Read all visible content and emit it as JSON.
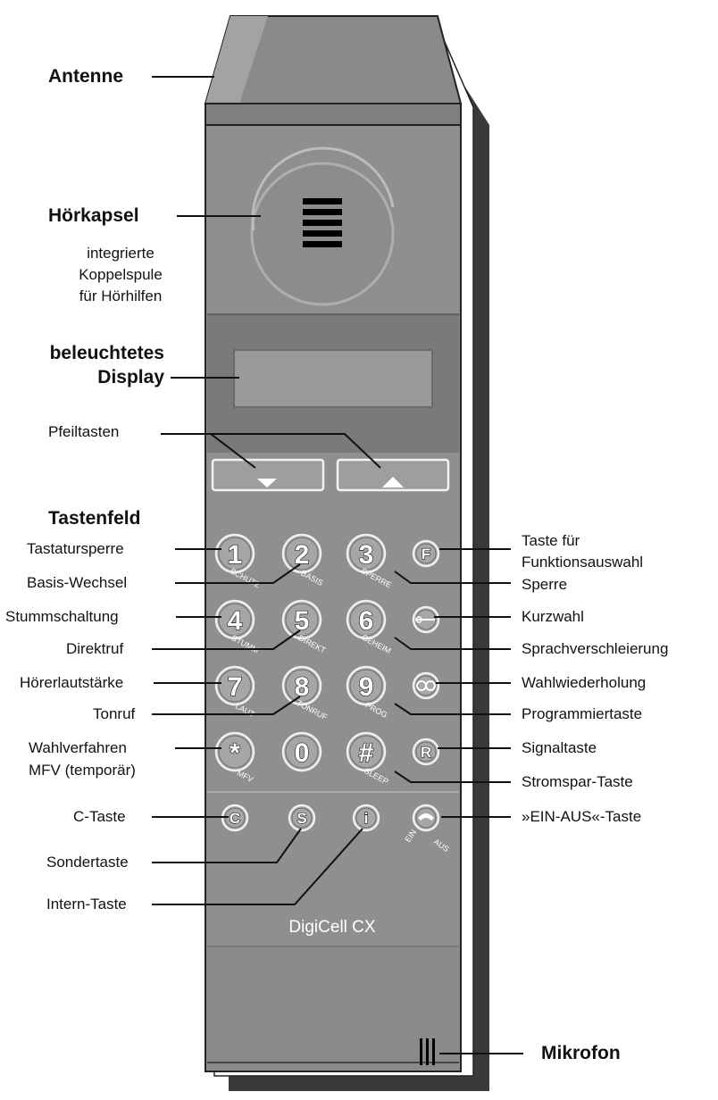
{
  "labels": {
    "antenne": "Antenne",
    "hoerkapsel": "Hörkapsel",
    "integrierte": [
      "integrierte",
      "Koppelspule",
      "für Hörhilfen"
    ],
    "display": [
      "beleuchtetes",
      "Display"
    ],
    "pfeiltasten": "Pfeiltasten",
    "tastenfeld": "Tastenfeld",
    "mikrofon": "Mikrofon",
    "left": [
      "Tastatursperre",
      "Basis-Wechsel",
      "Stummschaltung",
      "Direktruf",
      "Hörerlautstärke",
      "Tonruf",
      "Wahlverfahren",
      "MFV (temporär)",
      "C-Taste",
      "Sondertaste",
      "Intern-Taste"
    ],
    "right": [
      "Taste für",
      "Funktionsauswahl",
      "Sperre",
      "Kurzwahl",
      "Sprachverschleierung",
      "Wahlwiederholung",
      "Programmiertaste",
      "Signaltaste",
      "Stromspar-Taste",
      "»EIN-AUS«-Taste"
    ]
  },
  "brand": "DigiCell CX",
  "keys": {
    "row1": [
      "1",
      "2",
      "3",
      "F"
    ],
    "row2": [
      "4",
      "5",
      "6"
    ],
    "row3": [
      "7",
      "8",
      "9"
    ],
    "row4": [
      "*",
      "0",
      "#",
      "R"
    ],
    "row5": [
      "C",
      "S",
      "i"
    ]
  },
  "subs": {
    "row1": [
      "SCHUTZ",
      "BASIS",
      "SPERRE"
    ],
    "row2": [
      "STUMM",
      "DIREKT",
      "GEHEIM"
    ],
    "row3": [
      "LAUT",
      "TONRUF",
      "PROG"
    ],
    "row4": [
      "MFV",
      "SLEEP"
    ],
    "onoff": [
      "EIN",
      "AUS"
    ]
  },
  "colors": {
    "body": "#8f8f8f",
    "key": "#a8a8a8",
    "ink": "#111111"
  }
}
